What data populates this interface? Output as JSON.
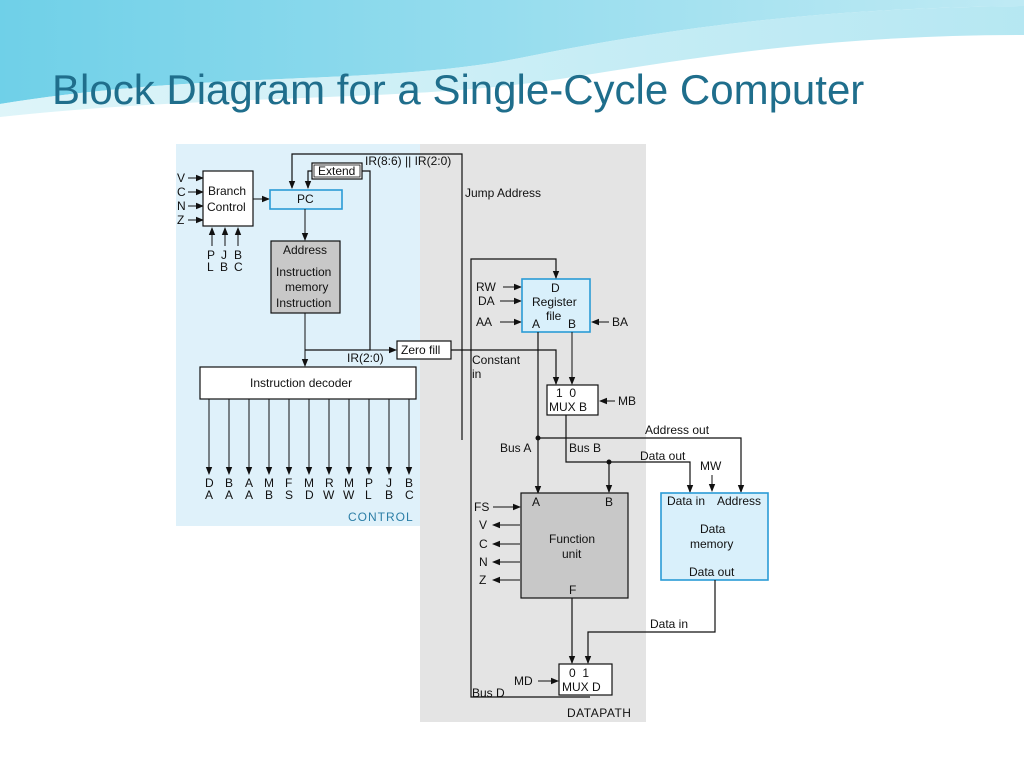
{
  "slide": {
    "title": "Block Diagram for a Single-Cycle Computer"
  },
  "colors": {
    "title": "#1f6e8c",
    "control_bg": "#dff1fa",
    "datapath_bg": "#e4e4e4",
    "cyan_box": "#d9f0fb",
    "gray_box": "#c8c8c8",
    "cyan_border": "#2a9bd6"
  },
  "diagram": {
    "sections": {
      "control": "CONTROL",
      "datapath": "DATAPATH"
    },
    "blocks": {
      "branch_control": [
        "Branch",
        "Control"
      ],
      "pc": "PC",
      "extend": "Extend",
      "instruction_memory": [
        "Address",
        "Instruction",
        "memory",
        "Instruction"
      ],
      "instruction_decoder": "Instruction decoder",
      "zero_fill": "Zero fill",
      "register_file": {
        "d": "D",
        "name": [
          "Register",
          "file"
        ],
        "a": "A",
        "b": "B"
      },
      "mux_b": {
        "inputs": "1  0",
        "name": "MUX B"
      },
      "function_unit": {
        "a": "A",
        "b": "B",
        "name": [
          "Function",
          "unit"
        ],
        "f": "F"
      },
      "data_memory": {
        "data_in": "Data in",
        "address": "Address",
        "name": [
          "Data",
          "memory"
        ],
        "data_out": "Data out"
      },
      "mux_d": {
        "inputs": "0  1",
        "name": "MUX D"
      }
    },
    "status_inputs": [
      "V",
      "C",
      "N",
      "Z"
    ],
    "branch_inputs": [
      [
        "P",
        "L"
      ],
      [
        "J",
        "B"
      ],
      [
        "B",
        "C"
      ]
    ],
    "decoder_outputs": [
      [
        "D",
        "A"
      ],
      [
        "B",
        "A"
      ],
      [
        "A",
        "A"
      ],
      [
        "M",
        "B"
      ],
      [
        "F",
        "S"
      ],
      [
        "M",
        "D"
      ],
      [
        "R",
        "W"
      ],
      [
        "M",
        "W"
      ],
      [
        "P",
        "L"
      ],
      [
        "J",
        "B"
      ],
      [
        "B",
        "C"
      ]
    ],
    "labels": {
      "ir_concat": "IR(8:6) || IR(2:0)",
      "jump_address": "Jump Address",
      "ir_low": "IR(2:0)",
      "constant_in": [
        "Constant",
        "in"
      ],
      "rw": "RW",
      "da": "DA",
      "aa": "AA",
      "ba": "BA",
      "mb": "MB",
      "address_out": "Address out",
      "data_out": "Data out",
      "bus_a": "Bus A",
      "bus_b": "Bus B",
      "mw": "MW",
      "fs": "FS",
      "fu_status": [
        "V",
        "C",
        "N",
        "Z"
      ],
      "data_in": "Data in",
      "md": "MD",
      "bus_d": "Bus D"
    }
  }
}
